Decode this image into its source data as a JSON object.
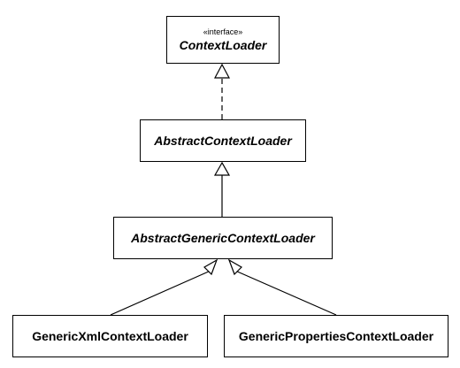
{
  "diagram": {
    "nodes": {
      "context_loader": {
        "stereotype": "«interface»",
        "name": "ContextLoader",
        "kind": "interface"
      },
      "abstract_context_loader": {
        "name": "AbstractContextLoader",
        "kind": "abstract"
      },
      "abstract_generic_context_loader": {
        "name": "AbstractGenericContextLoader",
        "kind": "abstract"
      },
      "generic_xml_context_loader": {
        "name": "GenericXmlContextLoader",
        "kind": "concrete"
      },
      "generic_properties_context_loader": {
        "name": "GenericPropertiesContextLoader",
        "kind": "concrete"
      }
    },
    "edges": [
      {
        "from": "abstract_context_loader",
        "to": "context_loader",
        "type": "realization",
        "line": "dashed"
      },
      {
        "from": "abstract_generic_context_loader",
        "to": "abstract_context_loader",
        "type": "generalization",
        "line": "solid"
      },
      {
        "from": "generic_xml_context_loader",
        "to": "abstract_generic_context_loader",
        "type": "generalization",
        "line": "solid"
      },
      {
        "from": "generic_properties_context_loader",
        "to": "abstract_generic_context_loader",
        "type": "generalization",
        "line": "solid"
      }
    ],
    "colors": {
      "stroke": "#000000",
      "fill": "#ffffff"
    }
  }
}
